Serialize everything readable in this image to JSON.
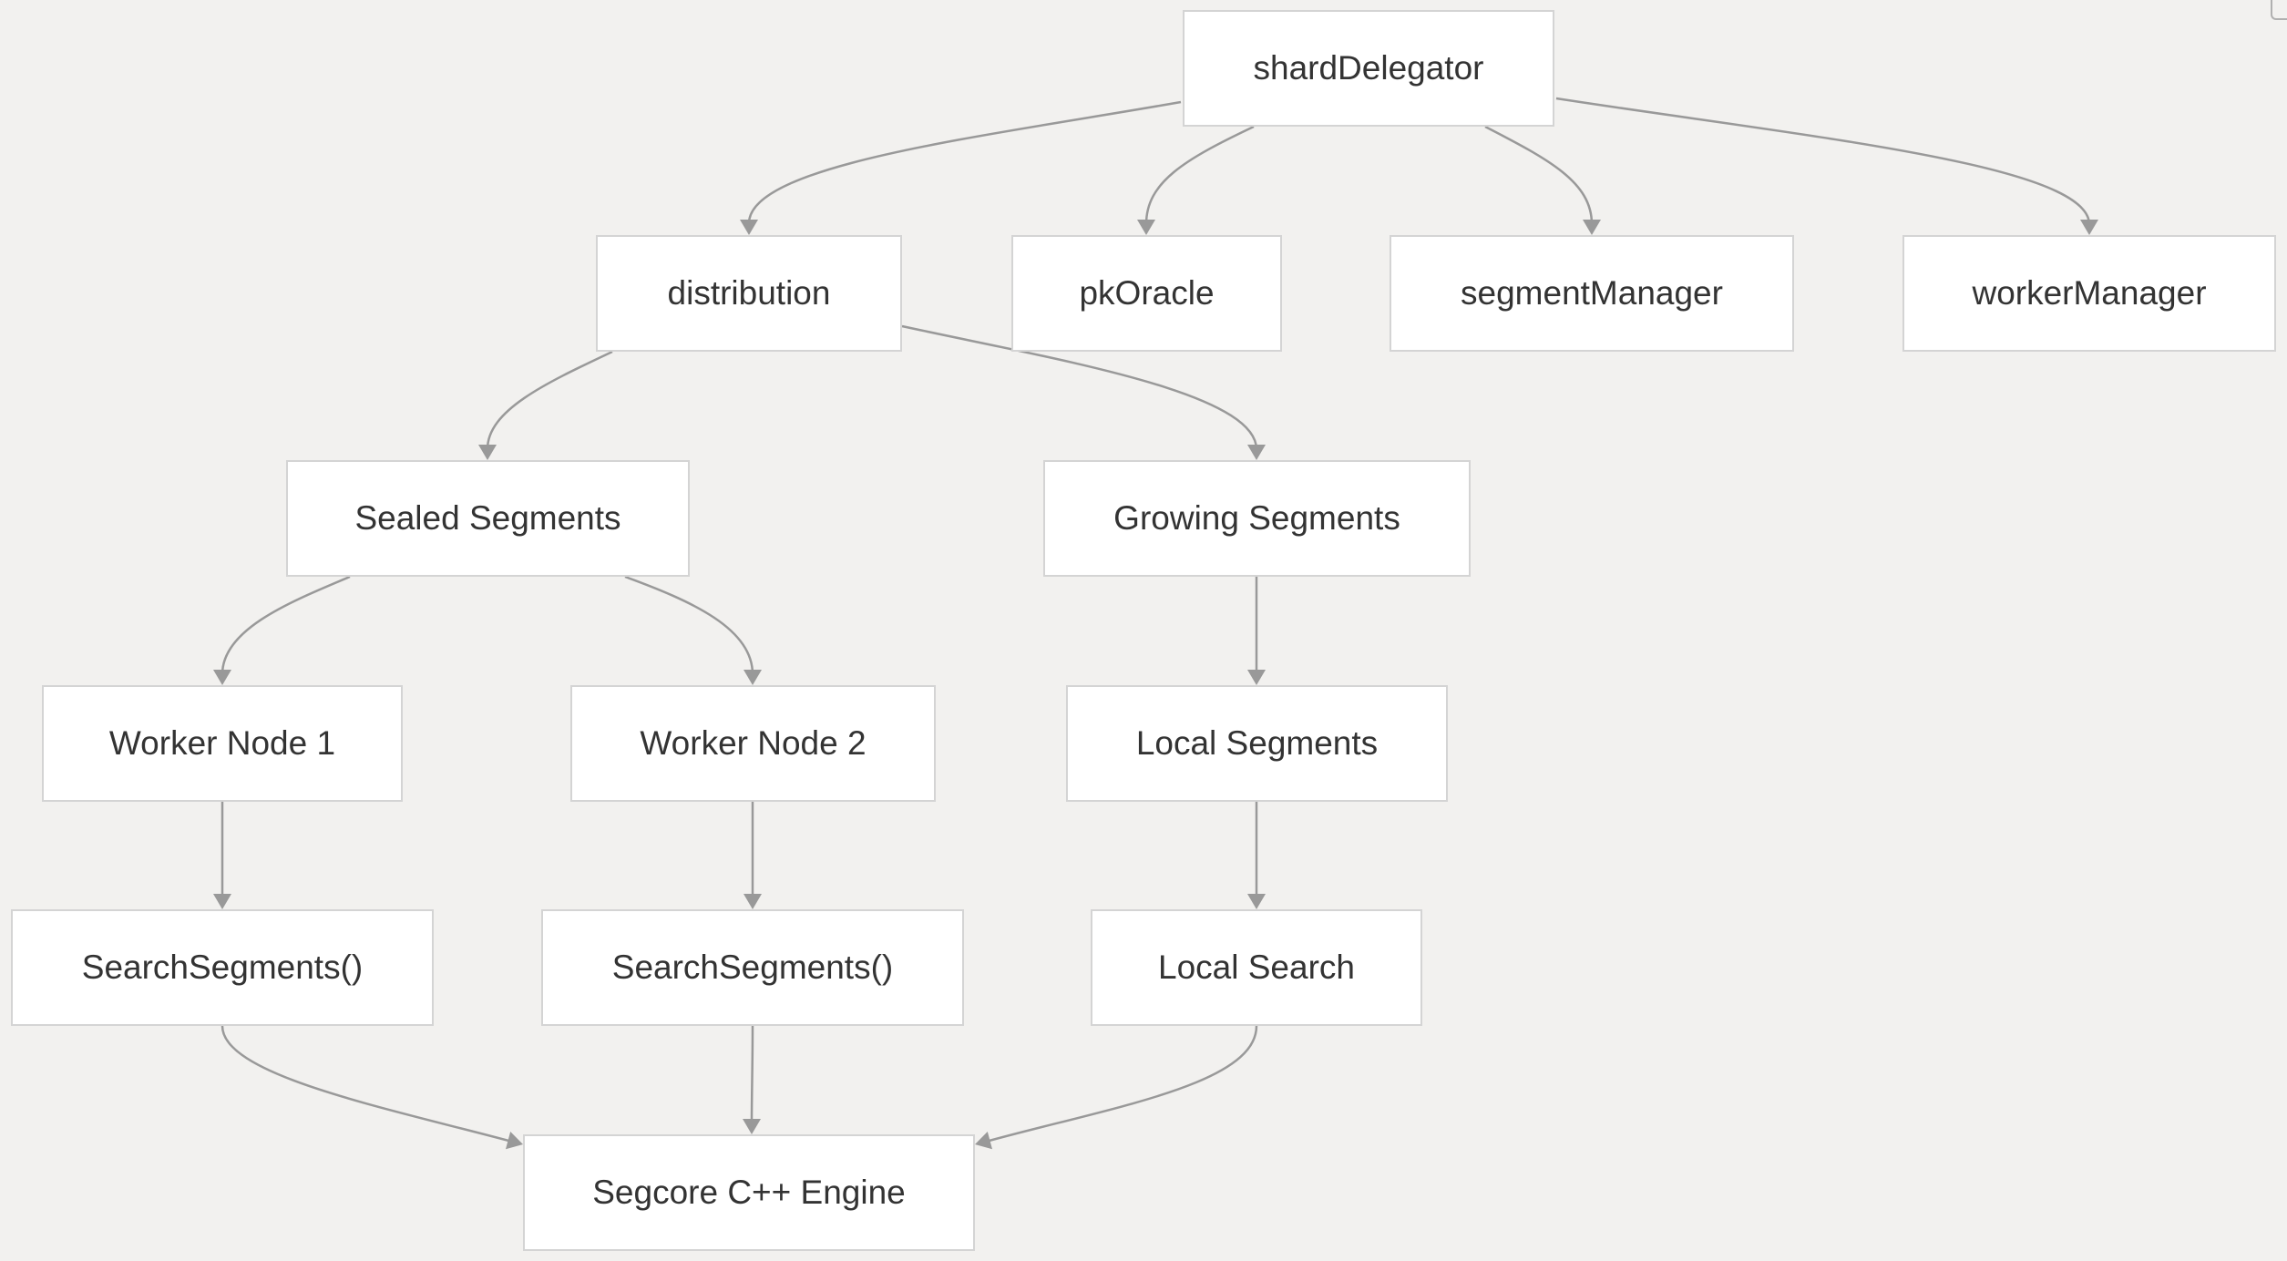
{
  "diagram": {
    "nodes": [
      {
        "id": "shardDelegator",
        "label": "shardDelegator"
      },
      {
        "id": "distribution",
        "label": "distribution"
      },
      {
        "id": "pkOracle",
        "label": "pkOracle"
      },
      {
        "id": "segmentManager",
        "label": "segmentManager"
      },
      {
        "id": "workerManager",
        "label": "workerManager"
      },
      {
        "id": "sealed",
        "label": "Sealed Segments"
      },
      {
        "id": "growing",
        "label": "Growing Segments"
      },
      {
        "id": "worker1",
        "label": "Worker Node 1"
      },
      {
        "id": "worker2",
        "label": "Worker Node 2"
      },
      {
        "id": "localSegments",
        "label": "Local Segments"
      },
      {
        "id": "search1",
        "label": "SearchSegments()"
      },
      {
        "id": "search2",
        "label": "SearchSegments()"
      },
      {
        "id": "localSearch",
        "label": "Local Search"
      },
      {
        "id": "segcore",
        "label": "Segcore C++ Engine"
      }
    ],
    "edges": [
      {
        "from": "shardDelegator",
        "to": "distribution"
      },
      {
        "from": "shardDelegator",
        "to": "pkOracle"
      },
      {
        "from": "shardDelegator",
        "to": "segmentManager"
      },
      {
        "from": "shardDelegator",
        "to": "workerManager"
      },
      {
        "from": "distribution",
        "to": "sealed"
      },
      {
        "from": "distribution",
        "to": "growing"
      },
      {
        "from": "sealed",
        "to": "worker1"
      },
      {
        "from": "sealed",
        "to": "worker2"
      },
      {
        "from": "growing",
        "to": "localSegments"
      },
      {
        "from": "worker1",
        "to": "search1"
      },
      {
        "from": "worker2",
        "to": "search2"
      },
      {
        "from": "localSegments",
        "to": "localSearch"
      },
      {
        "from": "search1",
        "to": "segcore"
      },
      {
        "from": "search2",
        "to": "segcore"
      },
      {
        "from": "localSearch",
        "to": "segcore"
      }
    ]
  }
}
